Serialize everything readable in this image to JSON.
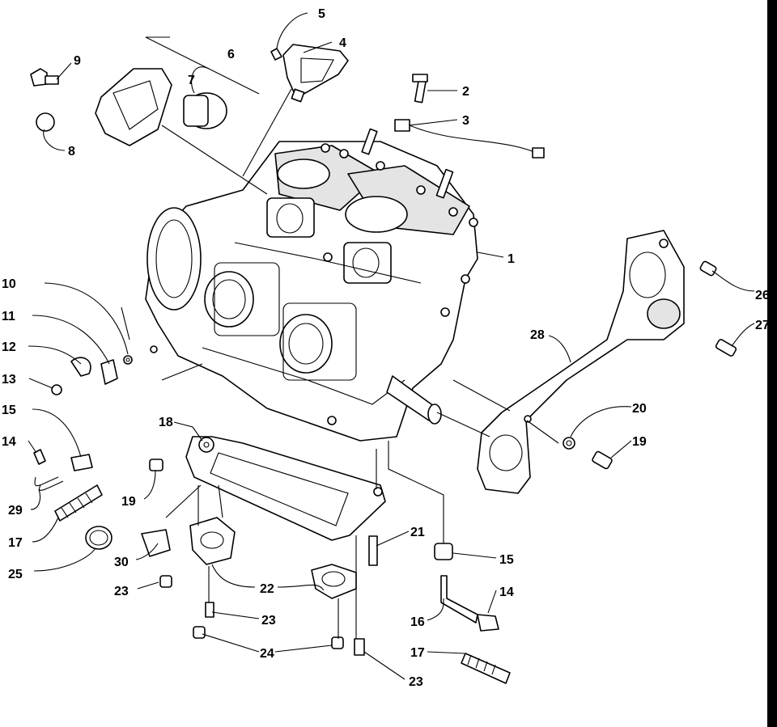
{
  "diagram": {
    "type": "exploded-parts-diagram",
    "edge_bar_color": "#000000",
    "line_color": "#000000",
    "callouts": [
      {
        "id": "c1",
        "label": "1"
      },
      {
        "id": "c2",
        "label": "2"
      },
      {
        "id": "c3",
        "label": "3"
      },
      {
        "id": "c4",
        "label": "4"
      },
      {
        "id": "c5",
        "label": "5"
      },
      {
        "id": "c6",
        "label": "6"
      },
      {
        "id": "c7",
        "label": "7"
      },
      {
        "id": "c8",
        "label": "8"
      },
      {
        "id": "c9",
        "label": "9"
      },
      {
        "id": "c10",
        "label": "10"
      },
      {
        "id": "c11",
        "label": "11"
      },
      {
        "id": "c12",
        "label": "12"
      },
      {
        "id": "c13",
        "label": "13"
      },
      {
        "id": "c14a",
        "label": "14"
      },
      {
        "id": "c15a",
        "label": "15"
      },
      {
        "id": "c17a",
        "label": "17"
      },
      {
        "id": "c29",
        "label": "29"
      },
      {
        "id": "c25",
        "label": "25"
      },
      {
        "id": "c18",
        "label": "18"
      },
      {
        "id": "c19a",
        "label": "19"
      },
      {
        "id": "c30",
        "label": "30"
      },
      {
        "id": "c23a",
        "label": "23"
      },
      {
        "id": "c22",
        "label": "22"
      },
      {
        "id": "c23b",
        "label": "23"
      },
      {
        "id": "c24",
        "label": "24"
      },
      {
        "id": "c23c",
        "label": "23"
      },
      {
        "id": "c21",
        "label": "21"
      },
      {
        "id": "c15b",
        "label": "15"
      },
      {
        "id": "c14b",
        "label": "14"
      },
      {
        "id": "c16",
        "label": "16"
      },
      {
        "id": "c17b",
        "label": "17"
      },
      {
        "id": "c28",
        "label": "28"
      },
      {
        "id": "c20",
        "label": "20"
      },
      {
        "id": "c19b",
        "label": "19"
      },
      {
        "id": "c26",
        "label": "26"
      },
      {
        "id": "c27",
        "label": "27"
      }
    ]
  }
}
